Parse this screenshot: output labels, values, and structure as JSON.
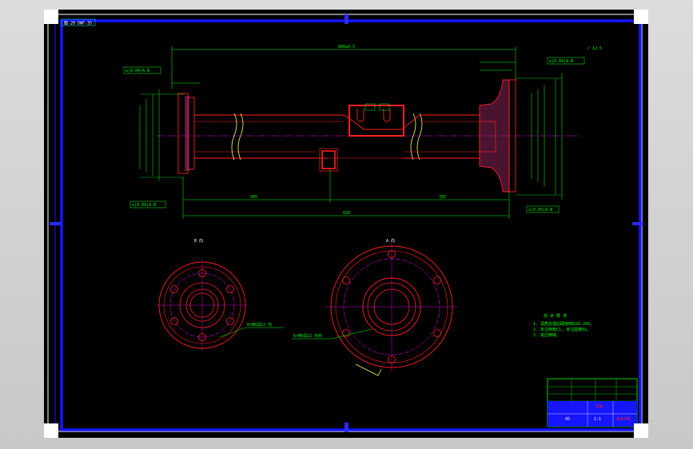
{
  "sheet_tag": "图-20 DWF-35",
  "roughness_mark": "/ 12.5",
  "overall_length": "680±0.5",
  "segment_left_length": "345",
  "segment_right_length": "335",
  "total_length_bottom": "620",
  "tolerance_frames": {
    "top_left": "⊘|0.04|A-B",
    "top_right": "⊘|0.04|A-B",
    "bottom_left": "⊘|0.04|A-B",
    "bottom_right": "⊘|0.03|A-B"
  },
  "view_labels": {
    "left": "B 向",
    "right": "A 向"
  },
  "hole_note_left": "6×M8深12 均",
  "hole_note_right": "6×M8深12 均布",
  "notes": {
    "title": "技 术 要 求",
    "lines": [
      "1. 调质处理后硬度HB220-260,",
      "2. 未注倒角C1, 未注圆角R1。",
      "3. 锐边倒钝。"
    ]
  },
  "title_block": {
    "part_name": "车轴",
    "school": "某某学院",
    "scale": "1:1",
    "material": "45"
  }
}
